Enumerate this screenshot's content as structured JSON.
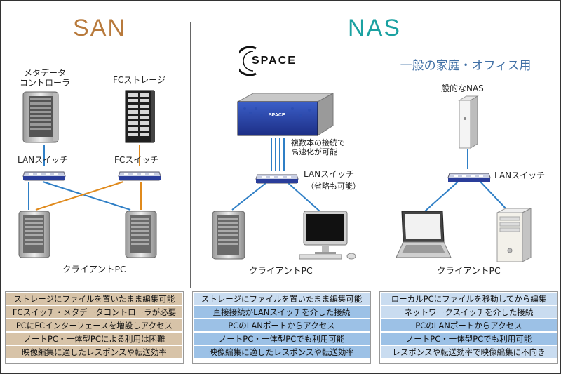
{
  "san": {
    "title": "SAN",
    "metadata_controller_line1": "メタデータ",
    "metadata_controller_line2": "コントローラ",
    "fc_storage": "FCストレージ",
    "lan_switch": "LANスイッチ",
    "fc_switch": "FCスイッチ",
    "client_pc": "クライアントPC",
    "features": [
      "ストレージにファイルを置いたまま編集可能",
      "FCスイッチ・メタデータコントローラが必要",
      "PCにFCインターフェースを増設しアクセス",
      "ノートPC・一体型PCによる利用は困難",
      "映像編集に適したレスポンスや転送効率"
    ]
  },
  "nas": {
    "title": "NAS",
    "brand_logo": "SPACE",
    "device_badge": "SPACE",
    "multi_connection_line1": "複数本の接続で",
    "multi_connection_line2": "高速化が可能",
    "lan_switch": "LANスイッチ",
    "lan_switch_note": "（省略も可能）",
    "client_pc": "クライアントPC",
    "features": [
      "ストレージにファイルを置いたまま編集可能",
      "直接接続かLANスイッチを介した接続",
      "PCのLANポートからアクセス",
      "ノートPC・一体型PCでも利用可能",
      "映像編集に適したレスポンスや転送効率"
    ]
  },
  "home": {
    "title": "一般の家庭・オフィス用",
    "general_nas": "一般的なNAS",
    "lan_switch": "LANスイッチ",
    "client_pc": "クライアントPC",
    "features": [
      "ローカルPCにファイルを移動してから編集",
      "ネットワークスイッチを介した接続",
      "PCのLANポートからアクセス",
      "ノートPC・一体型PCでも利用可能",
      "レスポンスや転送効率で映像編集に不向き"
    ]
  },
  "colors": {
    "san_title": "#b87a3c",
    "nas_title": "#1aa1a1",
    "home_title": "#3f6fa5",
    "lan_link": "#2f7fc6",
    "fc_link": "#e08a1c",
    "san_table": "#d7c3a8",
    "nas_table": "#9cc1e6"
  }
}
